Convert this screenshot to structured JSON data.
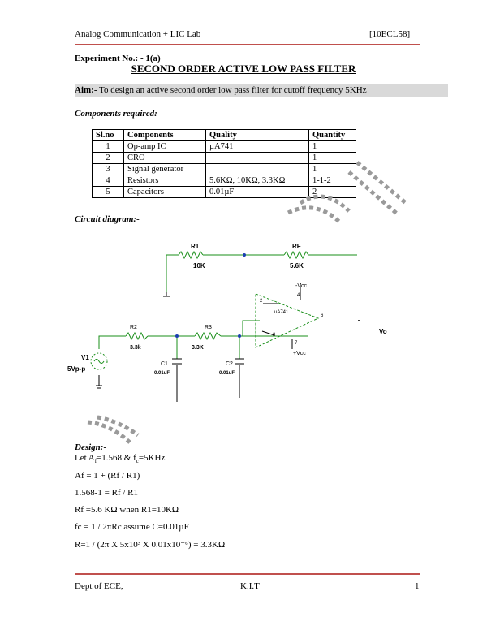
{
  "header": {
    "left": "Analog Communication + LIC Lab",
    "right": "[10ECL58]"
  },
  "experiment": {
    "number": "Experiment No.: - 1(a)",
    "title": "SECOND ORDER ACTIVE LOW PASS FILTER"
  },
  "aim": {
    "label": "Aim:-",
    "text": " To design an active second order low pass filter for cutoff frequency 5KHz"
  },
  "components": {
    "heading": "Components required:-",
    "columns": [
      "Sl.no",
      "Components",
      "Quality",
      "Quantity"
    ],
    "rows": [
      [
        "1",
        "Op-amp IC",
        "µA741",
        "1"
      ],
      [
        "2",
        "CRO",
        "",
        "1"
      ],
      [
        "3",
        "Signal generator",
        "",
        "1"
      ],
      [
        "4",
        "Resistors",
        "5.6KΩ, 10KΩ, 3.3KΩ",
        "1-1-2"
      ],
      [
        "5",
        "Capacitors",
        "0.01µF",
        "2"
      ]
    ]
  },
  "circuit": {
    "heading": "Circuit diagram:-",
    "labels": {
      "r1": "R1",
      "r1_val": "10K",
      "rf": "RF",
      "rf_val": "5.6K",
      "r2": "R2",
      "r2_val": "3.3k",
      "r3": "R3",
      "r3_val": "3.3K",
      "c1": "C1",
      "c1_val": "0.01uF",
      "c2": "C2",
      "c2_val": "0.01uF",
      "v1": "V1",
      "v1_val": "5Vp-p",
      "opamp": "uA741",
      "vcc_neg": "-Vcc",
      "vcc_pos": "+Vcc",
      "pin2": "2",
      "pin3": "3",
      "pin6": "6",
      "pin4": "4",
      "pin7": "7",
      "vo": "Vo"
    }
  },
  "design": {
    "heading": "Design:-",
    "lines": [
      "Let Af=1.568 & fc=5KHz",
      "Af = 1 + (Rf / R1)",
      "1.568-1 = Rf / R1",
      " Rf =5.6 KΩ   when R1=10KΩ",
      "fc = 1 / 2πRc   assume C=0.01µF",
      "R=1 / (2π X 5x10³ X 0.01x10⁻⁶) = 3.3KΩ"
    ]
  },
  "footer": {
    "left": "Dept of ECE,",
    "center": "K.I.T",
    "right": "1"
  },
  "colors": {
    "rule": "#c0504d",
    "aim_bg": "#d9d9d9",
    "wire": "#1a8f1a",
    "watermark": "#9a9a9a"
  }
}
